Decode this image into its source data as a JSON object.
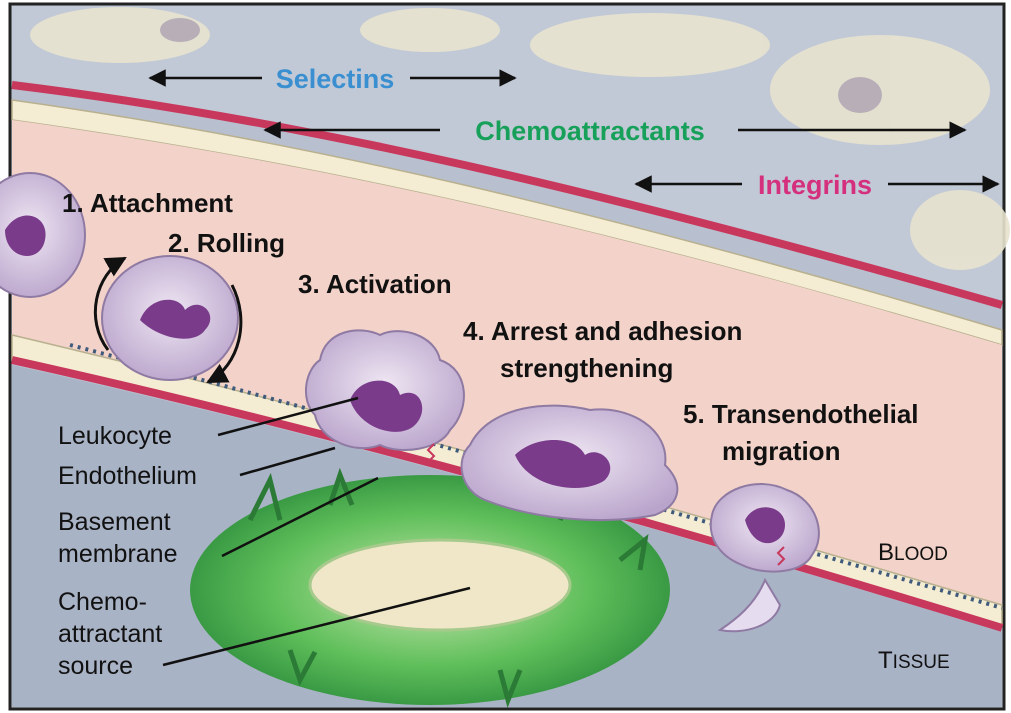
{
  "top_arrows": {
    "selectins": "Selectins",
    "chemoattractants": "Chemoattractants",
    "integrins": "Integrins"
  },
  "steps": {
    "s1": "1. Attachment",
    "s2": "2. Rolling",
    "s3": "3. Activation",
    "s4_line1": "4. Arrest and adhesion",
    "s4_line2": "strengthening",
    "s5_line1": "5. Transendothelial",
    "s5_line2": "migration"
  },
  "side_labels": {
    "leukocyte": "Leukocyte",
    "endothelium": "Endothelium",
    "basement_line1": "Basement",
    "basement_line2": "membrane",
    "chemo_line1": "Chemo-",
    "chemo_line2": "attractant",
    "chemo_line3": "source"
  },
  "regions": {
    "blood_first": "B",
    "blood_rest": "LOOD",
    "tissue_first": "T",
    "tissue_rest": "ISSUE"
  },
  "colors": {
    "selectins": "#3a8fd0",
    "chemoattractants": "#17a05a",
    "integrins": "#d4307e",
    "vessel_wall": "#c8385c",
    "blood": "#f3d3c9",
    "tissue": "#a9b3c6",
    "cell": "#d9cbe2",
    "nucleus": "#7a3c8a"
  }
}
